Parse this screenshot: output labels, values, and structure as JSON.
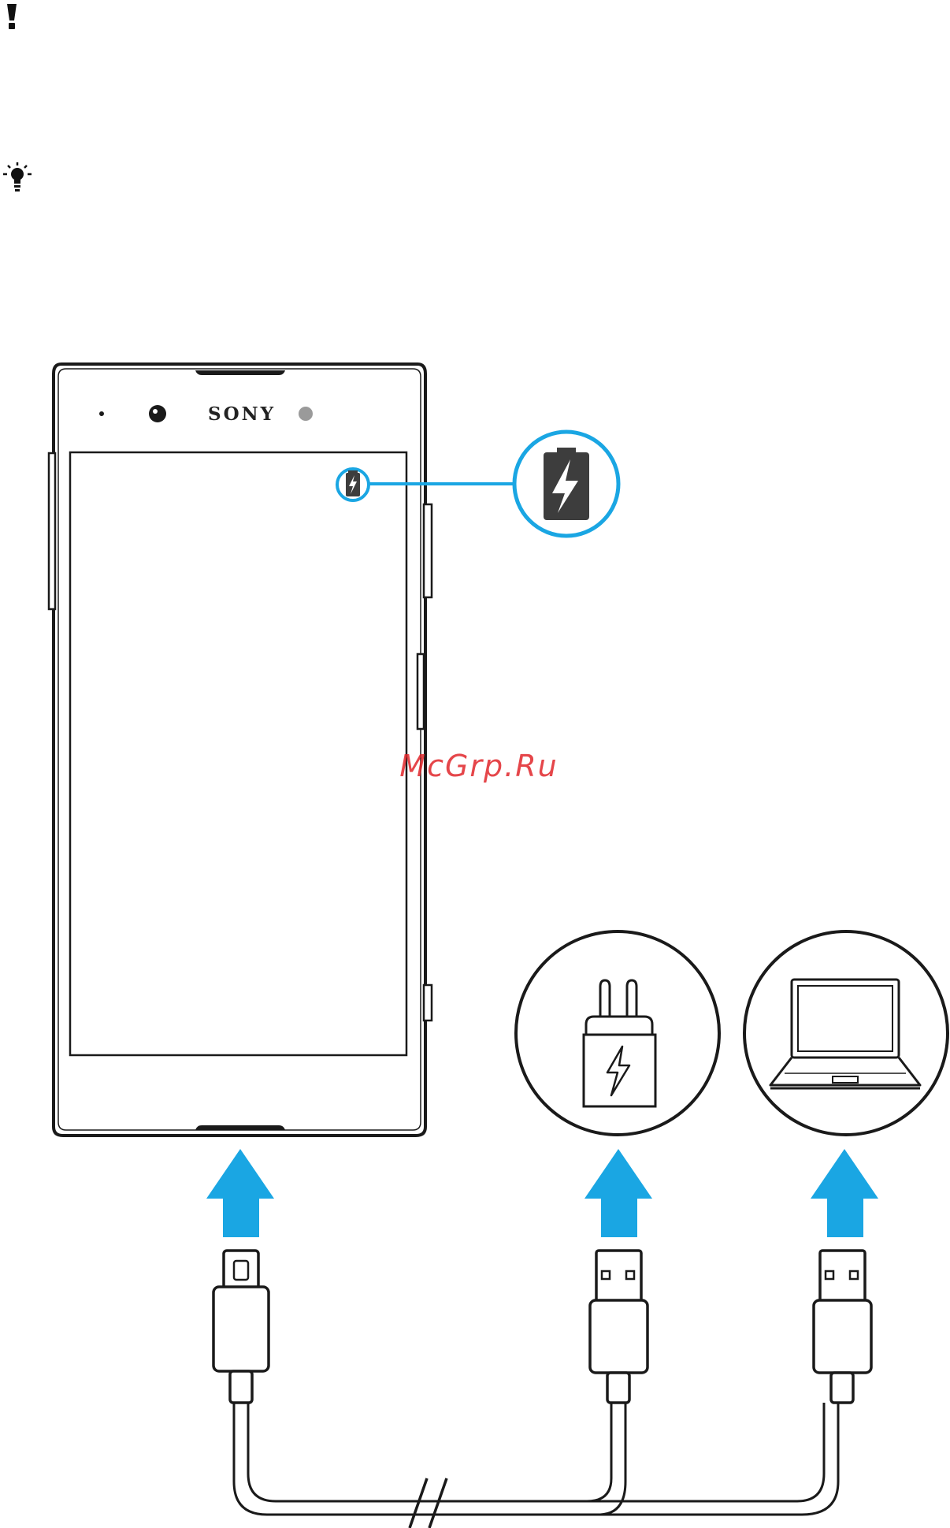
{
  "phone": {
    "brand": "SONY",
    "status_icon": "battery-charging-icon"
  },
  "callout": {
    "icon": "battery-charging-icon"
  },
  "sources": [
    {
      "name": "wall-charger",
      "icon": "power-adapter-icon"
    },
    {
      "name": "computer",
      "icon": "laptop-icon"
    }
  ],
  "connectors": [
    {
      "type": "USB Type-C",
      "icon": "usb-c-plug-icon"
    },
    {
      "type": "USB-A",
      "icon": "usb-a-plug-icon"
    },
    {
      "type": "USB-A",
      "icon": "usb-a-plug-icon"
    }
  ],
  "watermark": "McGrp.Ru",
  "colors": {
    "accent": "#1aa6e3",
    "line": "#1a1a1a",
    "battery": "#3d3d3d"
  }
}
